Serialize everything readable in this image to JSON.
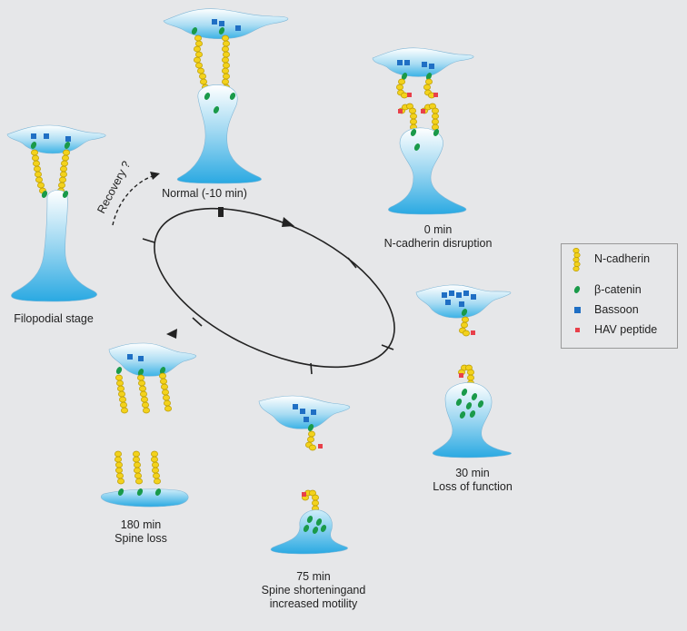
{
  "stages": {
    "filopodial": {
      "lines": [
        "Filopodial stage"
      ]
    },
    "normal": {
      "lines": [
        "Normal (-10 min)"
      ]
    },
    "zero": {
      "lines": [
        "0 min",
        "N-cadherin disruption"
      ]
    },
    "thirty": {
      "lines": [
        "30 min",
        "Loss of function"
      ]
    },
    "seventyfive": {
      "lines": [
        "75 min",
        "Spine shorteningand",
        "increased motility"
      ]
    },
    "oneeighty": {
      "lines": [
        "180 min",
        "Spine loss"
      ]
    }
  },
  "recovery_label": "Recovery ?",
  "legend": {
    "items": [
      {
        "label": "N-cadherin",
        "icon": "n-cadherin-chain-icon"
      },
      {
        "label": "β-catenin",
        "icon": "beta-catenin-oval-icon",
        "color": "#1a9a4a"
      },
      {
        "label": "Bassoon",
        "icon": "bassoon-square-icon",
        "color": "#1f6fc4"
      },
      {
        "label": "HAV peptide",
        "icon": "hav-peptide-dot-icon",
        "color": "#e8404a"
      }
    ]
  },
  "colors": {
    "background": "#e6e7e9",
    "cell_blue": "#3bb2e6",
    "bassoon": "#1f6fc4",
    "catenin": "#1a9a4a",
    "cadherin": "#f3d21c",
    "hav": "#e8404a"
  }
}
